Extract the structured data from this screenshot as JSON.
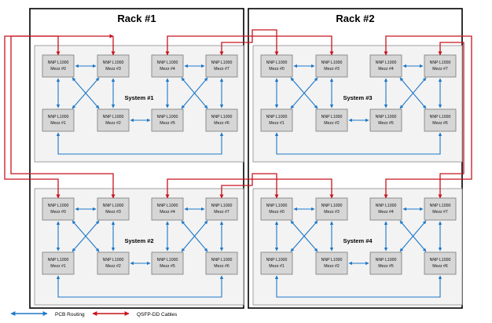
{
  "colors": {
    "pcb": "#1e78c8",
    "qsfp": "#c8141e",
    "card_fill": "#d6d6d6",
    "card_stroke": "#7a7a7a",
    "system_fill": "#f3f3f3",
    "system_stroke": "#8a8a8a",
    "rack_stroke": "#000000"
  },
  "racks": [
    {
      "title": "Rack #1"
    },
    {
      "title": "Rack #2"
    }
  ],
  "systems": [
    {
      "label": "System #1",
      "cards": [
        {
          "line1": "NNP L1000",
          "line2": "Mezz #0"
        },
        {
          "line1": "NNP L1000",
          "line2": "Mezz #3"
        },
        {
          "line1": "NNP L1000",
          "line2": "Mezz #4"
        },
        {
          "line1": "NNP L1000",
          "line2": "Mezz #7"
        },
        {
          "line1": "NNP L1000",
          "line2": "Mezz #1"
        },
        {
          "line1": "NNP L1000",
          "line2": "Mezz #2"
        },
        {
          "line1": "NNP L1000",
          "line2": "Mezz #5"
        },
        {
          "line1": "NNP L1000",
          "line2": "Mezz #6"
        }
      ]
    },
    {
      "label": "System #3",
      "cards": [
        {
          "line1": "NNP L1000",
          "line2": "Mezz #0"
        },
        {
          "line1": "NNP L1000",
          "line2": "Mezz #3"
        },
        {
          "line1": "NNP L1000",
          "line2": "Mezz #4"
        },
        {
          "line1": "NNP L1000",
          "line2": "Mezz #7"
        },
        {
          "line1": "NNP L1000",
          "line2": "Mezz #1"
        },
        {
          "line1": "NNP L1000",
          "line2": "Mezz #2"
        },
        {
          "line1": "NNP L1000",
          "line2": "Mezz #5"
        },
        {
          "line1": "NNP L1000",
          "line2": "Mezz #6"
        }
      ]
    },
    {
      "label": "System #2",
      "cards": [
        {
          "line1": "NNP L1000",
          "line2": "Mezz #0"
        },
        {
          "line1": "NNP L1000",
          "line2": "Mezz #3"
        },
        {
          "line1": "NNP L1000",
          "line2": "Mezz #4"
        },
        {
          "line1": "NNP L1000",
          "line2": "Mezz #7"
        },
        {
          "line1": "NNP L1000",
          "line2": "Mezz #1"
        },
        {
          "line1": "NNP L1000",
          "line2": "Mezz #2"
        },
        {
          "line1": "NNP L1000",
          "line2": "Mezz #5"
        },
        {
          "line1": "NNP L1000",
          "line2": "Mezz #6"
        }
      ]
    },
    {
      "label": "System #4",
      "cards": [
        {
          "line1": "NNP L1000",
          "line2": "Mezz #0"
        },
        {
          "line1": "NNP L1000",
          "line2": "Mezz #3"
        },
        {
          "line1": "NNP L1000",
          "line2": "Mezz #4"
        },
        {
          "line1": "NNP L1000",
          "line2": "Mezz #7"
        },
        {
          "line1": "NNP L1000",
          "line2": "Mezz #1"
        },
        {
          "line1": "NNP L1000",
          "line2": "Mezz #2"
        },
        {
          "line1": "NNP L1000",
          "line2": "Mezz #5"
        },
        {
          "line1": "NNP L1000",
          "line2": "Mezz #6"
        }
      ]
    }
  ],
  "legend": {
    "pcb_label": "PCB Routing",
    "qsfp_label": "QSFP-DD Cables"
  }
}
